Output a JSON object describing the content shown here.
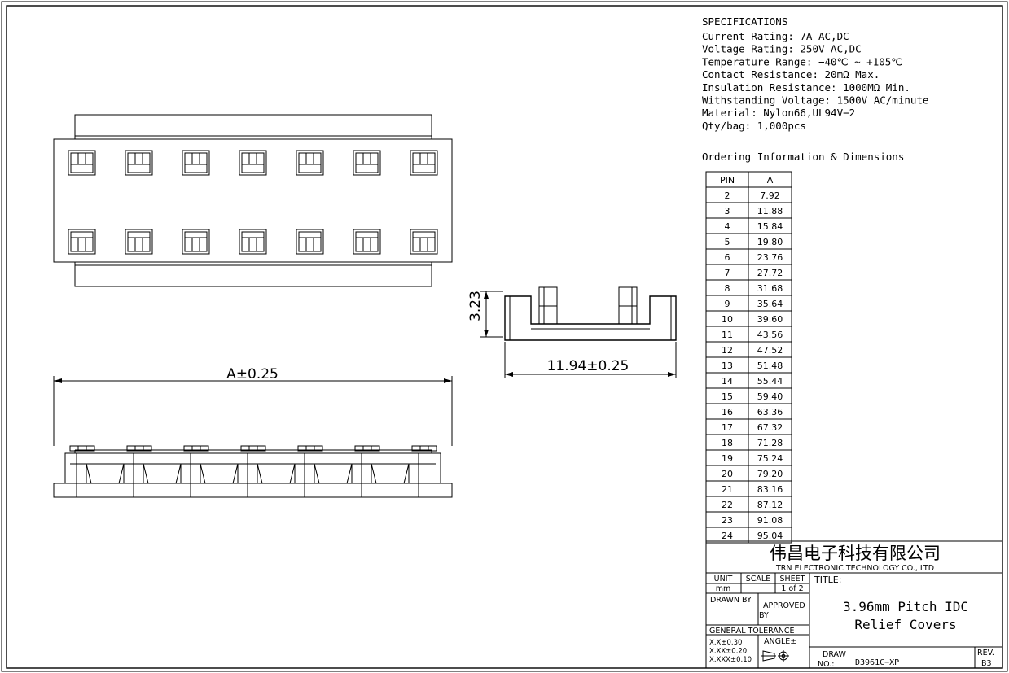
{
  "specifications": {
    "heading": "SPECIFICATIONS",
    "lines": [
      "Current Rating:  7A  AC,DC",
      "Voltage Rating:  250V  AC,DC",
      "Temperature Range:  −40℃ ~ +105℃",
      "Contact Resistance:  20mΩ  Max.",
      "Insulation Resistance:  1000MΩ  Min.",
      "Withstanding Voltage:  1500V AC/minute",
      "Material:  Nylon66,UL94V−2",
      "Qty/bag: 1,000pcs"
    ]
  },
  "ordering": {
    "heading": "Ordering  Information  &  Dimensions",
    "columns": [
      "PIN",
      "A"
    ],
    "rows": [
      [
        "2",
        "7.92"
      ],
      [
        "3",
        "11.88"
      ],
      [
        "4",
        "15.84"
      ],
      [
        "5",
        "19.80"
      ],
      [
        "6",
        "23.76"
      ],
      [
        "7",
        "27.72"
      ],
      [
        "8",
        "31.68"
      ],
      [
        "9",
        "35.64"
      ],
      [
        "10",
        "39.60"
      ],
      [
        "11",
        "43.56"
      ],
      [
        "12",
        "47.52"
      ],
      [
        "13",
        "51.48"
      ],
      [
        "14",
        "55.44"
      ],
      [
        "15",
        "59.40"
      ],
      [
        "16",
        "63.36"
      ],
      [
        "17",
        "67.32"
      ],
      [
        "18",
        "71.28"
      ],
      [
        "19",
        "75.24"
      ],
      [
        "20",
        "79.20"
      ],
      [
        "21",
        "83.16"
      ],
      [
        "22",
        "87.12"
      ],
      [
        "23",
        "91.08"
      ],
      [
        "24",
        "95.04"
      ]
    ]
  },
  "dimensions": {
    "length": "A±0.25",
    "height": "3.23",
    "width": "11.94±0.25"
  },
  "title_block": {
    "company_cn": "伟昌电子科技有限公司",
    "company_en": "TRN  ELECTRONIC  TECHNOLOGY  CO., LTD",
    "unit_label": "UNIT",
    "unit_value": "mm",
    "scale_label": "SCALE",
    "scale_value": "",
    "sheet_label": "SHEET",
    "sheet_value": "1  of  2",
    "title_label": "TITLE:",
    "title_line1": "3.96mm  Pitch  IDC",
    "title_line2": "Relief  Covers",
    "drawn_by_label": "DRAWN  BY",
    "approved_label_1": "APPROVED",
    "approved_label_2": "BY",
    "tolerance_label": "GENERAL  TOLERANCE",
    "tolerances": [
      "X.X±0.30",
      "X.XX±0.20",
      "X.XXX±0.10"
    ],
    "angle_label": "ANGLE±",
    "draw_no_label_1": "DRAW",
    "draw_no_label_2": "NO.:",
    "draw_no_value": "D3961C−XP",
    "rev_label": "REV.",
    "rev_value": "B3"
  }
}
